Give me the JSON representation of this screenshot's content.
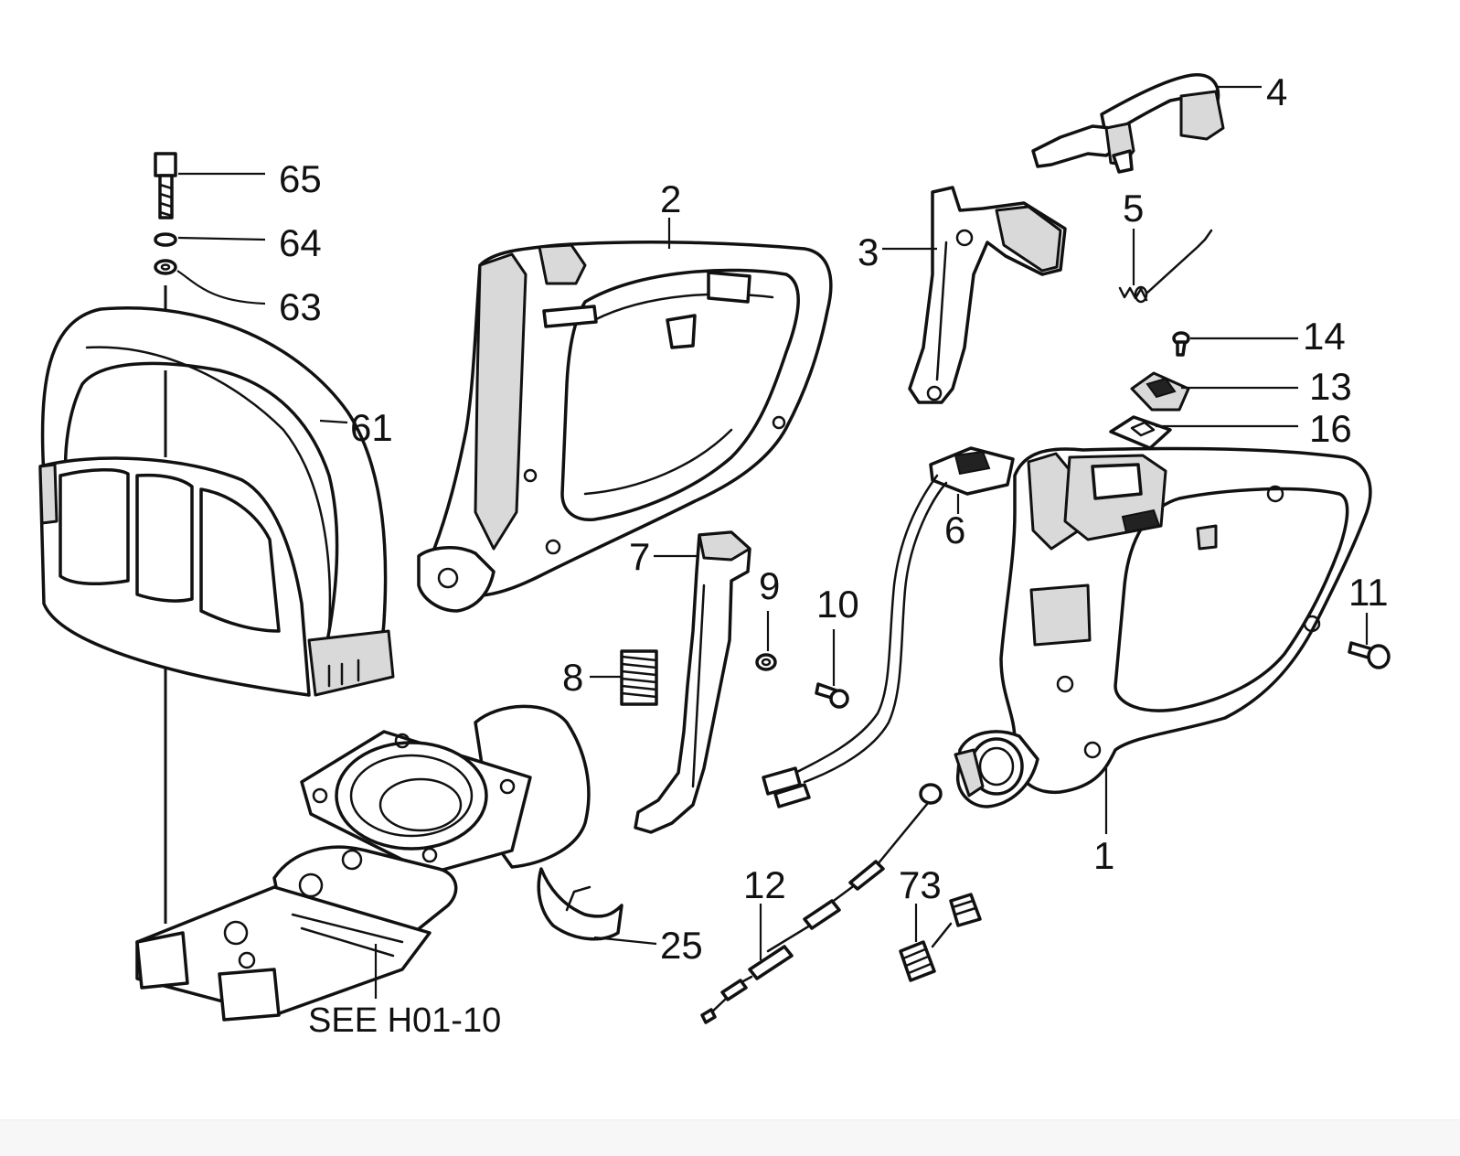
{
  "diagram": {
    "labels": {
      "p1": "1",
      "p2": "2",
      "p3": "3",
      "p4": "4",
      "p5": "5",
      "p6": "6",
      "p7": "7",
      "p8": "8",
      "p9": "9",
      "p10": "10",
      "p11": "11",
      "p12": "12",
      "p13": "13",
      "p14": "14",
      "p16": "16",
      "p25": "25",
      "p61": "61",
      "p63": "63",
      "p64": "64",
      "p65": "65",
      "p73": "73",
      "see_ref": "SEE H01-10"
    }
  }
}
